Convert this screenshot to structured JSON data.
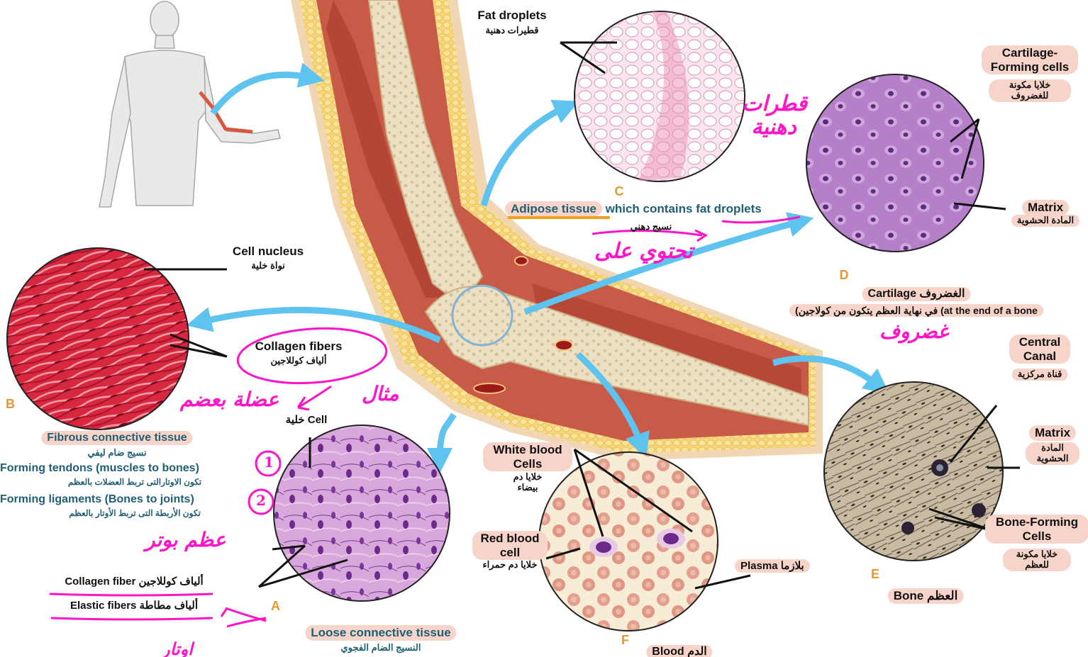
{
  "colors": {
    "arrow": "#5fc3ef",
    "pill": "#f7d4c9",
    "pen": "#ff14c8",
    "letter": "#e8972f",
    "teal": "#1f5f73"
  },
  "fat": {
    "title_en": "Fat droplets",
    "title_ar": "قطيرات دهنية",
    "letter": "C"
  },
  "adipose": {
    "en_1": "Adipose tissue",
    "en_2": " which contains ",
    "en_3": "fat droplets",
    "ar": "نسيج دهني",
    "hand_1": "قطرات دهنية",
    "hand_2": "تحتوي على"
  },
  "cartilage": {
    "cells_en": "Cartilage-Forming cells",
    "cells_ar": "خلايا مكونة للغضروف",
    "matrix_en": "Matrix",
    "matrix_ar": "المادة الحشوية",
    "letter": "D",
    "title": "Cartilage الغضروف",
    "desc": "(في نهاية العظم يتكون من كولاجين (at the end of a bone",
    "hand": "غضروف"
  },
  "fibrous": {
    "nucleus_en": "Cell nucleus",
    "nucleus_ar": "نواة خلية",
    "collagen_en": "Collagen fibers",
    "collagen_ar": "ألياف كوللاجين",
    "letter": "B",
    "title_en": "Fibrous connective tissue",
    "title_ar": "نسيج ضام ليفي",
    "line1": "Forming  tendons (muscles to bones)",
    "line1_ar": "تكون الاوتارالتى تربط العضلات بالعظم",
    "line2": "Forming ligaments (Bones to joints)",
    "line2_ar": "تكون الأربطة التى تربط الأوتار بالعظم",
    "hand_1": "عضلة بعضم",
    "hand_2": "مثال",
    "hand_3": "عظم بوتر",
    "num_1": "1",
    "num_2": "2"
  },
  "loose": {
    "cell": "خلية Cell",
    "letter": "A",
    "collagen": "Collagen fiber ألياف كوللاجين",
    "elastic": "Elastic fibers ألياف مطاطة",
    "title_en": "Loose connective tissue",
    "title_ar": "النسيج الضام الفجوي",
    "hand": "اوتار"
  },
  "blood": {
    "wbc_en": "White blood Cells",
    "wbc_ar": "خلايا دم بيضاء",
    "rbc_en": "Red blood cell",
    "rbc_ar": "خلايا دم حمراء",
    "plasma": "Plasma  بلازما",
    "letter": "F",
    "title": "Blood الدم"
  },
  "bone": {
    "canal_en": "Central Canal",
    "canal_ar": "قناة مركزية",
    "matrix_en": "Matrix",
    "matrix_ar": "المادة الحشوية",
    "cells_en": "Bone-Forming Cells",
    "cells_ar": "خلايا مكونة للعظم",
    "letter": "E",
    "title": "Bone العظم"
  }
}
